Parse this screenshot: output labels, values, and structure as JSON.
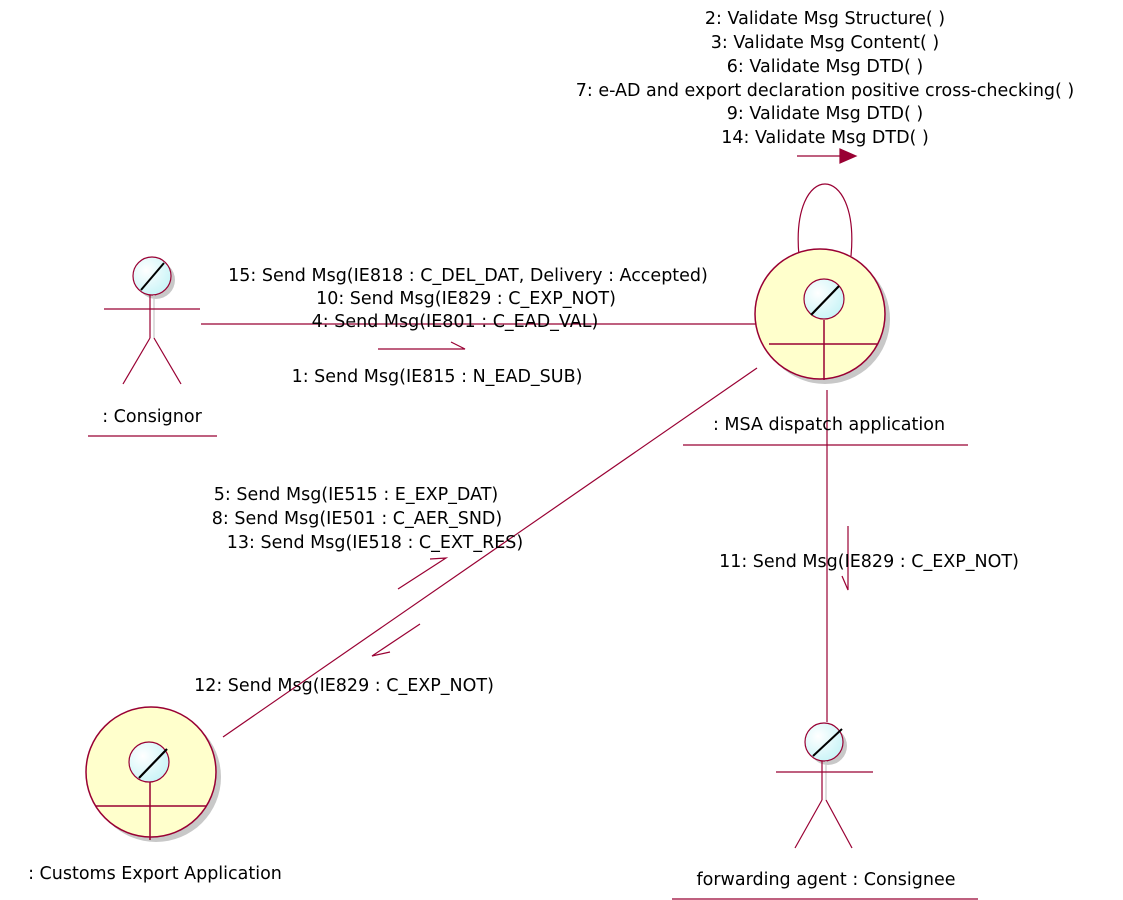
{
  "colors": {
    "line": "#990033",
    "actor_head_fill": "#c9f4f7",
    "boundary_fill": "#ffffcc",
    "shadow": "#c8c8c8",
    "text": "#000000"
  },
  "objects": {
    "consignor": ": Consignor",
    "msa": ": MSA dispatch application",
    "customs": ": Customs Export Application",
    "consignee": "forwarding agent : Consignee"
  },
  "messages": {
    "self_loop": [
      "2: Validate Msg Structure( )",
      "3: Validate Msg Content( )",
      "6: Validate Msg DTD( )",
      "7: e-AD and export declaration positive cross-checking( )",
      "9: Validate Msg DTD( )",
      "14: Validate Msg DTD( )"
    ],
    "msa_to_consignor": [
      "15: Send Msg(IE818 : C_DEL_DAT, Delivery : Accepted)",
      "10: Send Msg(IE829 : C_EXP_NOT)",
      "4: Send Msg(IE801 : C_EAD_VAL)"
    ],
    "consignor_to_msa": "1: Send Msg(IE815 : N_EAD_SUB)",
    "customs_to_msa": [
      "5: Send Msg(IE515 : E_EXP_DAT)",
      "8: Send Msg(IE501 : C_AER_SND)",
      "13: Send Msg(IE518 : C_EXT_RES)"
    ],
    "msa_to_customs": "12: Send Msg(IE829 : C_EXP_NOT)",
    "msa_to_consignee": "11: Send Msg(IE829 : C_EXP_NOT)"
  }
}
